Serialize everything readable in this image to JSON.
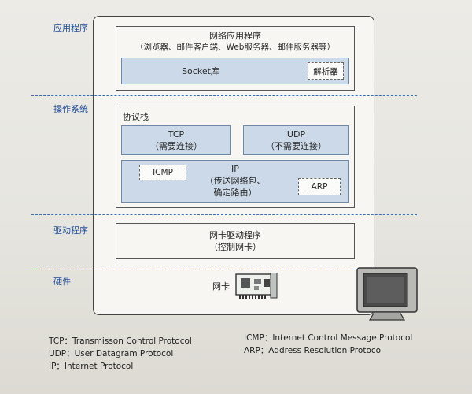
{
  "layers": {
    "application": "应用程序",
    "os": "操作系统",
    "driver": "驱动程序",
    "hardware": "硬件"
  },
  "app_box": {
    "title": "网络应用程序",
    "subtitle": "（浏览器、邮件客户端、Web服务器、邮件服务器等）"
  },
  "socket": {
    "label": "Socket库",
    "resolver": "解析器"
  },
  "stack": {
    "title": "协议栈",
    "tcp": {
      "name": "TCP",
      "note": "（需要连接）"
    },
    "udp": {
      "name": "UDP",
      "note": "（不需要连接）"
    },
    "ip": {
      "name": "IP",
      "line1": "（传送网络包、",
      "line2": "确定路由）",
      "icmp": "ICMP",
      "arp": "ARP"
    }
  },
  "driver_box": {
    "line1": "网卡驱动程序",
    "line2": "（控制网卡）"
  },
  "nic": {
    "label": "网卡"
  },
  "legend": [
    "TCP：Transmisson Control Protocol",
    "UDP：User Datagram Protocol",
    "IP：Internet Protocol",
    "ICMP：Internet Control Message Protocol",
    "ARP：Address Resolution Protocol"
  ],
  "colors": {
    "layer_label": "#1f4e9a",
    "stack_fill": "#cbd9e8",
    "divider": "#3d6fb8"
  }
}
